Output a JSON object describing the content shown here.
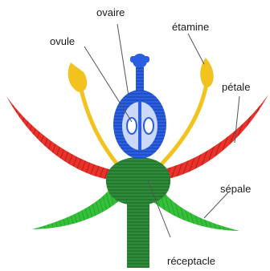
{
  "labels": {
    "ovaire": "ovaire",
    "ovule": "ovule",
    "etamine": "étamine",
    "petale": "pétale",
    "sepale": "sépale",
    "receptacle": "réceptacle"
  },
  "colors": {
    "petal": "#e8322a",
    "sepal": "#2fb52f",
    "receptacle": "#2e7d32",
    "pistil": "#2a5fe0",
    "stamen": "#f2c21e",
    "leader": "#555555"
  }
}
